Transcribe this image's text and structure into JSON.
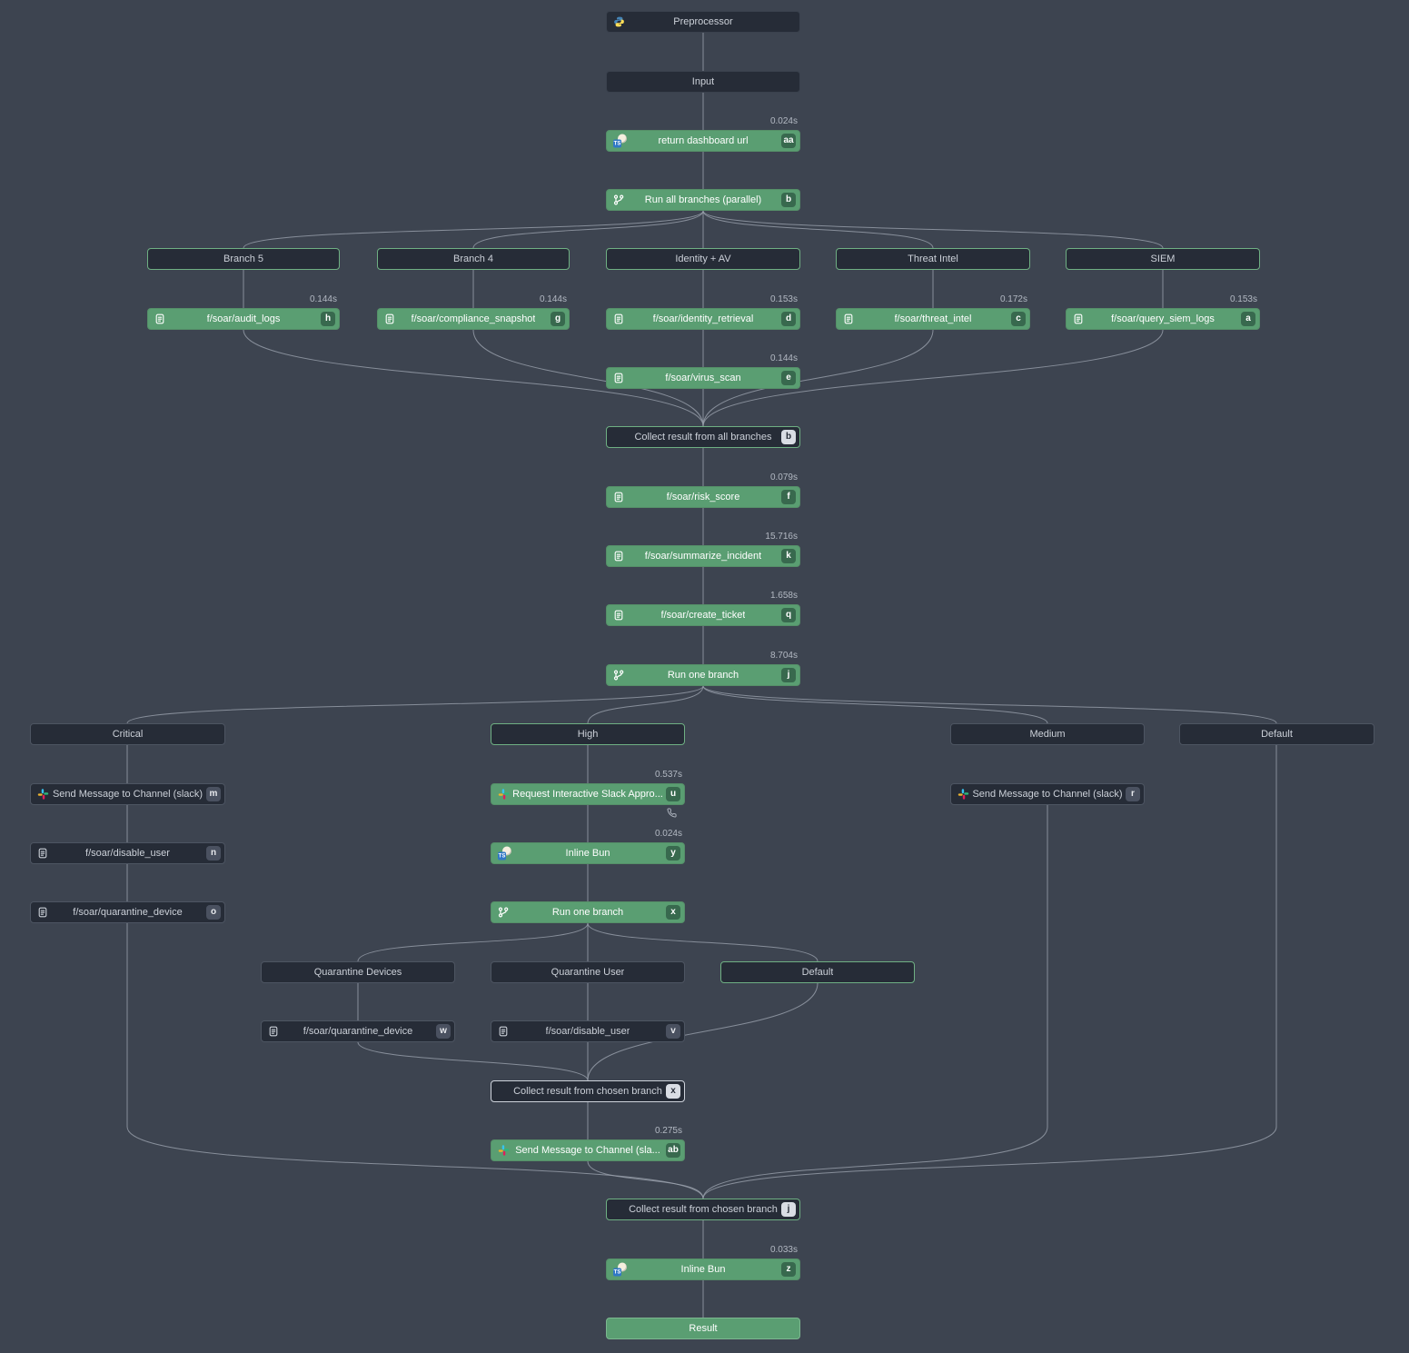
{
  "colors": {
    "success_green": "#5a9e72",
    "node_dark": "#262c37",
    "canvas_background": "#3d4450",
    "edge_gray": "#9aa1ac"
  },
  "nodes": {
    "preprocessor": {
      "label": "Preprocessor"
    },
    "input": {
      "label": "Input"
    },
    "return_dashboard_url": {
      "label": "return dashboard url",
      "badge": "aa",
      "duration": "0.024s"
    },
    "run_all_branches": {
      "label": "Run all branches (parallel)",
      "badge": "b"
    },
    "branch_5": {
      "label": "Branch 5"
    },
    "branch_4": {
      "label": "Branch 4"
    },
    "identity_av": {
      "label": "Identity + AV"
    },
    "threat_intel_branch": {
      "label": "Threat Intel"
    },
    "siem_branch": {
      "label": "SIEM"
    },
    "audit_logs": {
      "label": "f/soar/audit_logs",
      "badge": "h",
      "duration": "0.144s"
    },
    "compliance_snapshot": {
      "label": "f/soar/compliance_snapshot",
      "badge": "g",
      "duration": "0.144s"
    },
    "identity_retrieval": {
      "label": "f/soar/identity_retrieval",
      "badge": "d",
      "duration": "0.153s"
    },
    "threat_intel": {
      "label": "f/soar/threat_intel",
      "badge": "c",
      "duration": "0.172s"
    },
    "query_siem_logs": {
      "label": "f/soar/query_siem_logs",
      "badge": "a",
      "duration": "0.153s"
    },
    "virus_scan": {
      "label": "f/soar/virus_scan",
      "badge": "e",
      "duration": "0.144s"
    },
    "collect_all": {
      "label": "Collect result from all branches",
      "badge": "b"
    },
    "risk_score": {
      "label": "f/soar/risk_score",
      "badge": "f",
      "duration": "0.079s"
    },
    "summarize_incident": {
      "label": "f/soar/summarize_incident",
      "badge": "k",
      "duration": "15.716s"
    },
    "create_ticket": {
      "label": "f/soar/create_ticket",
      "badge": "q",
      "duration": "1.658s"
    },
    "run_one_branch_outer": {
      "label": "Run one branch",
      "badge": "j",
      "duration": "8.704s"
    },
    "branch_critical": {
      "label": "Critical"
    },
    "branch_high": {
      "label": "High"
    },
    "branch_medium": {
      "label": "Medium"
    },
    "branch_default_outer": {
      "label": "Default"
    },
    "send_slack_critical": {
      "label": "Send Message to Channel (slack)",
      "badge": "m"
    },
    "disable_user_critical": {
      "label": "f/soar/disable_user",
      "badge": "n"
    },
    "quarantine_device_critical": {
      "label": "f/soar/quarantine_device",
      "badge": "o"
    },
    "slack_approval": {
      "label": "Request Interactive Slack Appro...",
      "badge": "u",
      "duration": "0.537s"
    },
    "inline_bun_high": {
      "label": "Inline Bun",
      "badge": "y",
      "duration": "0.024s"
    },
    "run_one_branch_inner": {
      "label": "Run one branch",
      "badge": "x"
    },
    "send_slack_medium": {
      "label": "Send Message to Channel (slack)",
      "badge": "r"
    },
    "branch_quarantine_devices": {
      "label": "Quarantine Devices"
    },
    "branch_quarantine_user": {
      "label": "Quarantine User"
    },
    "branch_default_inner": {
      "label": "Default"
    },
    "quarantine_device_inner": {
      "label": "f/soar/quarantine_device",
      "badge": "w"
    },
    "disable_user_inner": {
      "label": "f/soar/disable_user",
      "badge": "v"
    },
    "collect_inner": {
      "label": "Collect result from chosen branch",
      "badge": "x"
    },
    "send_slack_post": {
      "label": "Send Message to Channel (sla...",
      "badge": "ab",
      "duration": "0.275s"
    },
    "collect_outer": {
      "label": "Collect result from chosen branch",
      "badge": "j"
    },
    "inline_bun_final": {
      "label": "Inline Bun",
      "badge": "z",
      "duration": "0.033s"
    },
    "result": {
      "label": "Result"
    }
  }
}
